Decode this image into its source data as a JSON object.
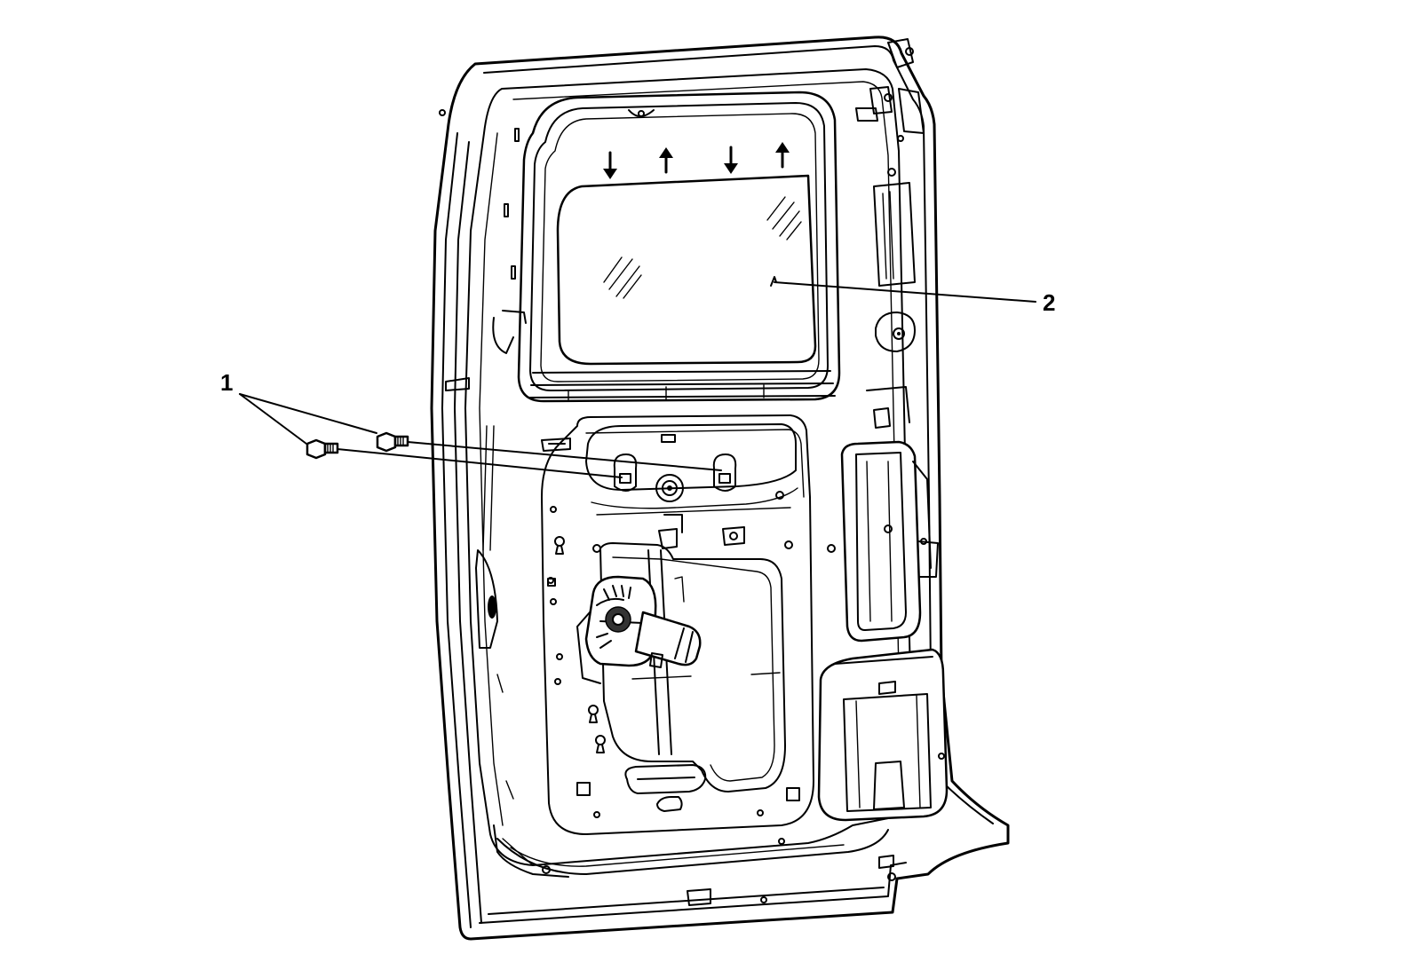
{
  "callouts": [
    {
      "id": "1",
      "label": "1"
    },
    {
      "id": "2",
      "label": "2"
    }
  ],
  "icons": [
    "down-arrow-icon",
    "up-arrow-icon",
    "bolt-icon"
  ]
}
